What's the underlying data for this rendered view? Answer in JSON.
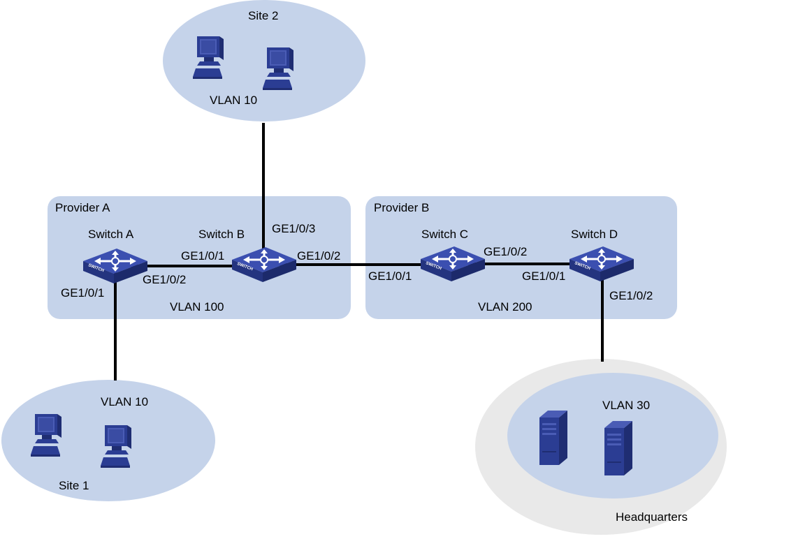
{
  "colors": {
    "zone": "#c5d3ea",
    "zone_border": "#a9bcdc",
    "hq_outer": "#e9e9e9",
    "link": "#000000",
    "device": "#2b3d93",
    "device_dark": "#1f2d72",
    "device_light": "#4a5cb5"
  },
  "sites": {
    "site2": {
      "title": "Site 2",
      "vlan": "VLAN 10",
      "icon": "pc-icon"
    },
    "site1": {
      "title": "Site 1",
      "vlan": "VLAN 10",
      "icon": "pc-icon"
    },
    "hq": {
      "title": "Headquarters",
      "vlan": "VLAN 30",
      "icon": "server-icon"
    }
  },
  "providers": {
    "a": {
      "title": "Provider A",
      "vlan": "VLAN 100"
    },
    "b": {
      "title": "Provider B",
      "vlan": "VLAN 200"
    }
  },
  "switches": {
    "a": {
      "name": "Switch A",
      "icon": "switch-icon",
      "ports": [
        "GE1/0/1",
        "GE1/0/2"
      ]
    },
    "b": {
      "name": "Switch B",
      "icon": "switch-icon",
      "ports": [
        "GE1/0/3",
        "GE1/0/1",
        "GE1/0/2"
      ]
    },
    "c": {
      "name": "Switch C",
      "icon": "switch-icon",
      "ports": [
        "GE1/0/1",
        "GE1/0/2"
      ]
    },
    "d": {
      "name": "Switch D",
      "icon": "switch-icon",
      "ports": [
        "GE1/0/1",
        "GE1/0/2"
      ]
    }
  },
  "switch_badge": "SWITCH"
}
